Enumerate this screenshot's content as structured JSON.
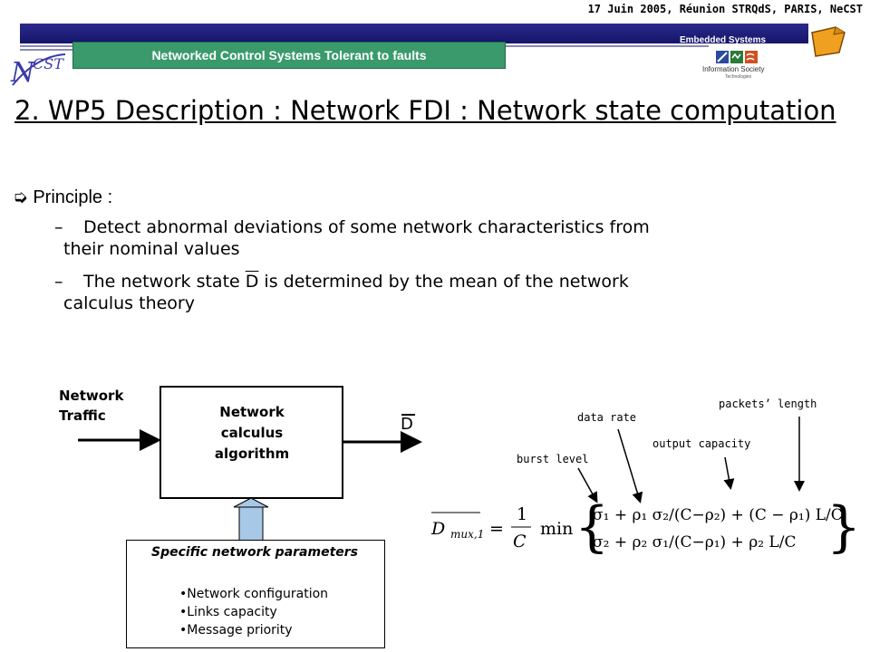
{
  "header": {
    "date_line": "17 Juin 2005, Réunion STRQdS, PARIS, NeCST",
    "subtitle": "Networked Control Systems Tolerant to faults",
    "embedded": "Embedded Systems",
    "logo_text": "NeCST",
    "ist_text": "Information Society",
    "ist_sub": "Technologies"
  },
  "slide": {
    "title": "2. WP5 Description : Network FDI : Network state computation",
    "principle": "Principle :",
    "bullets": [
      {
        "dash": "–",
        "line1": "Detect abnormal deviations of some network characteristics from",
        "line2": "their nominal values"
      },
      {
        "dash": "–",
        "line1a": "The network state ",
        "line1_var": "D",
        "line1b": " is determined by the mean of the network",
        "line2": "calculus theory"
      }
    ]
  },
  "diagram": {
    "input_label": "Network Traffic",
    "box_label_1": "Network",
    "box_label_2": "calculus",
    "box_label_3": "algorithm",
    "output_label": "D",
    "params_title": "Specific network parameters",
    "params": [
      "•Network configuration",
      "•Links capacity",
      "•Message priority"
    ]
  },
  "formula": {
    "annotations": {
      "burst": "burst level",
      "rate": "data rate",
      "output_capacity": "output capacity",
      "packets": "packets’ length"
    },
    "lhs": "D",
    "lhs_sub": "mux,1",
    "eq": "=",
    "frac_num": "1",
    "frac_den": "C",
    "min": "min",
    "row1": "σ₁ + ρ₁ σ₂/(C−ρ₂) + (C − ρ₁) L/C,",
    "row2": "σ₂ + ρ₂ σ₁/(C−ρ₁) + ρ₂ L/C"
  },
  "colors": {
    "header_bar": "#1e1e7a",
    "subtitle_bg": "#3a9a6c",
    "connector": "#a8c8e8"
  }
}
